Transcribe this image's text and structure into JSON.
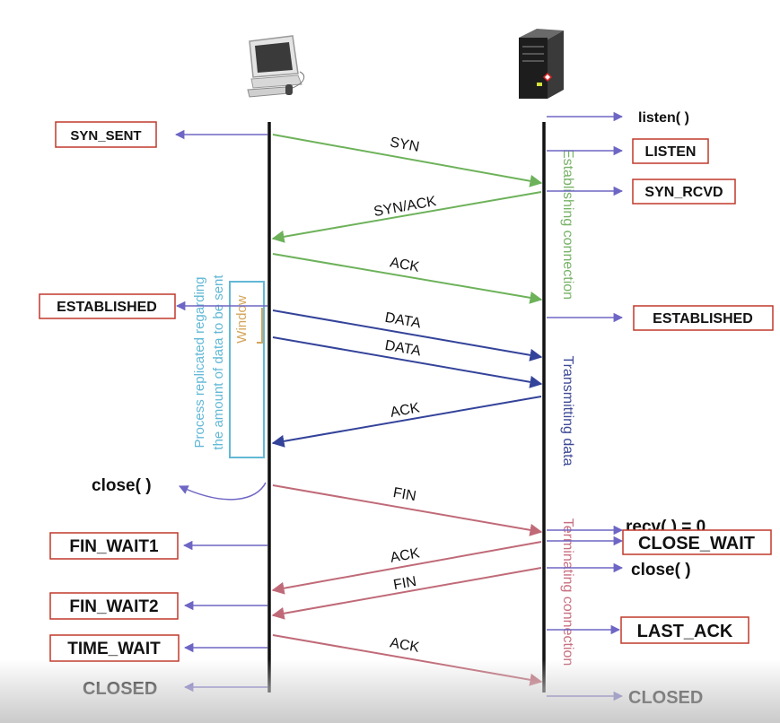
{
  "colors": {
    "syn": "#6db25a",
    "data": "#34439a",
    "fin": "#c06a78",
    "state": "#6e66c4",
    "box_border": "#c0392b",
    "window": "#d4a55a",
    "process": "#62b8d6",
    "phase_establish": "#78b368",
    "phase_transmit": "#3f4a97",
    "phase_terminate": "#c96f80"
  },
  "icons": {
    "client": "desktop-computer-icon",
    "server": "server-tower-icon"
  },
  "messages": {
    "syn": "SYN",
    "syn_ack": "SYN/ACK",
    "ack1": "ACK",
    "data1": "DATA",
    "data2": "DATA",
    "ack2": "ACK",
    "fin1": "FIN",
    "ack3": "ACK",
    "fin2": "FIN",
    "ack4": "ACK"
  },
  "client_states": {
    "syn_sent": "SYN_SENT",
    "established": "ESTABLISHED",
    "close_call": "close( )",
    "fin_wait1": "FIN_WAIT1",
    "fin_wait2": "FIN_WAIT2",
    "time_wait": "TIME_WAIT",
    "closed": "CLOSED"
  },
  "server_states": {
    "listen_call": "listen( )",
    "listen": "LISTEN",
    "syn_rcvd": "SYN_RCVD",
    "established": "ESTABLISHED",
    "recv_call": "recv( ) = 0",
    "close_wait": "CLOSE_WAIT",
    "close_call": "close( )",
    "last_ack": "LAST_ACK",
    "closed": "CLOSED"
  },
  "phases": {
    "establishing": "Establishing connection",
    "transmitting": "Transmitting data",
    "terminating": "Terminating connection"
  },
  "annotations": {
    "window": "Window",
    "process_line1": "Process replicated regarding",
    "process_line2": "the amount of data to be sent"
  }
}
